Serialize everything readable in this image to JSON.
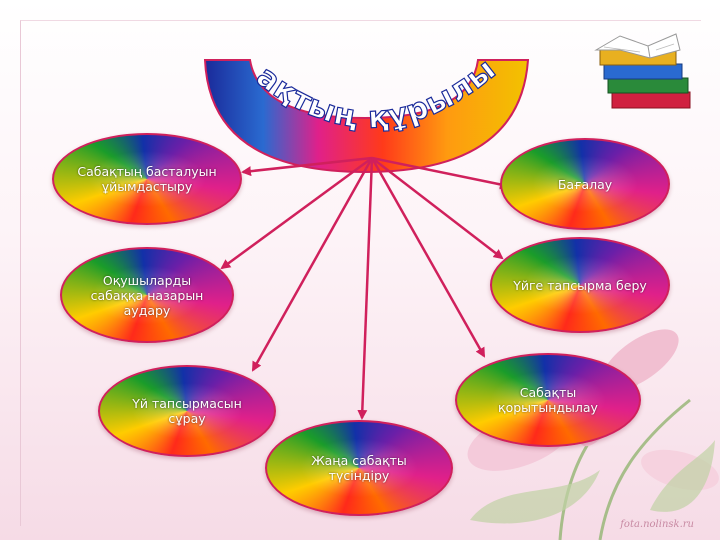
{
  "title": "Сабақтың құрылымы",
  "nodes": {
    "n1": "Сабақтың басталуын ұйымдастыру",
    "n2": "Оқушыларды сабаққа назарын аудару",
    "n3": "Үй тапсырмасын сұрау",
    "n4": "Жаңа сабақты түсіндіру",
    "n5": "Сабақты қорытындылау",
    "n6": "Үйге тапсырма беру",
    "n7": "Бағалау"
  },
  "watermark": "fota.nolinsk.ru",
  "colors": {
    "accent": "#d0205c",
    "arc_blue": "#1a2a9a",
    "arc_yellow": "#f2c200",
    "title_text": "#ffffff"
  }
}
